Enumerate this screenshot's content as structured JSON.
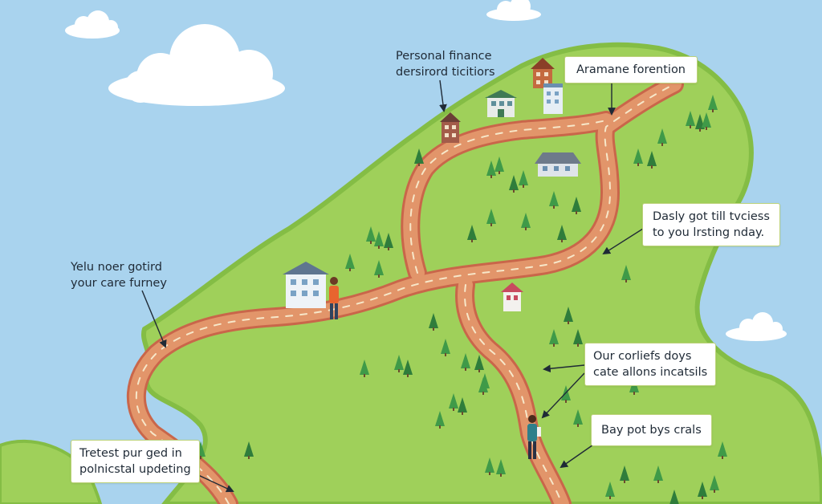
{
  "colors": {
    "water": "#a9d3ee",
    "land": "#9fd05a",
    "land_edge": "#84bd45",
    "road": "#e2956a",
    "road_edge": "#c9664a",
    "road_dash": "#f7e7c9",
    "tree": "#3f9a48",
    "tree_dark": "#2f7d3b"
  },
  "icons": [
    "cloud-icon",
    "house-icon",
    "tree-icon",
    "person-icon",
    "arrow-icon"
  ],
  "labels": {
    "personal_finance": [
      "Personal finance",
      "dersirord ticitiors"
    ],
    "aramane": [
      "Aramane forention"
    ],
    "dasly": [
      "Dasly got till tvciess",
      "to you lrsting nday."
    ],
    "yelu": [
      "Yelu noer gotird",
      "your care furney"
    ],
    "our_corliefs": [
      "Our corliefs doys",
      "cate allons incatsils"
    ],
    "bay_pot": [
      "Bay pot bys crals"
    ],
    "tretest": [
      "Tretest pur ged in",
      "polnicstal updeting"
    ]
  }
}
